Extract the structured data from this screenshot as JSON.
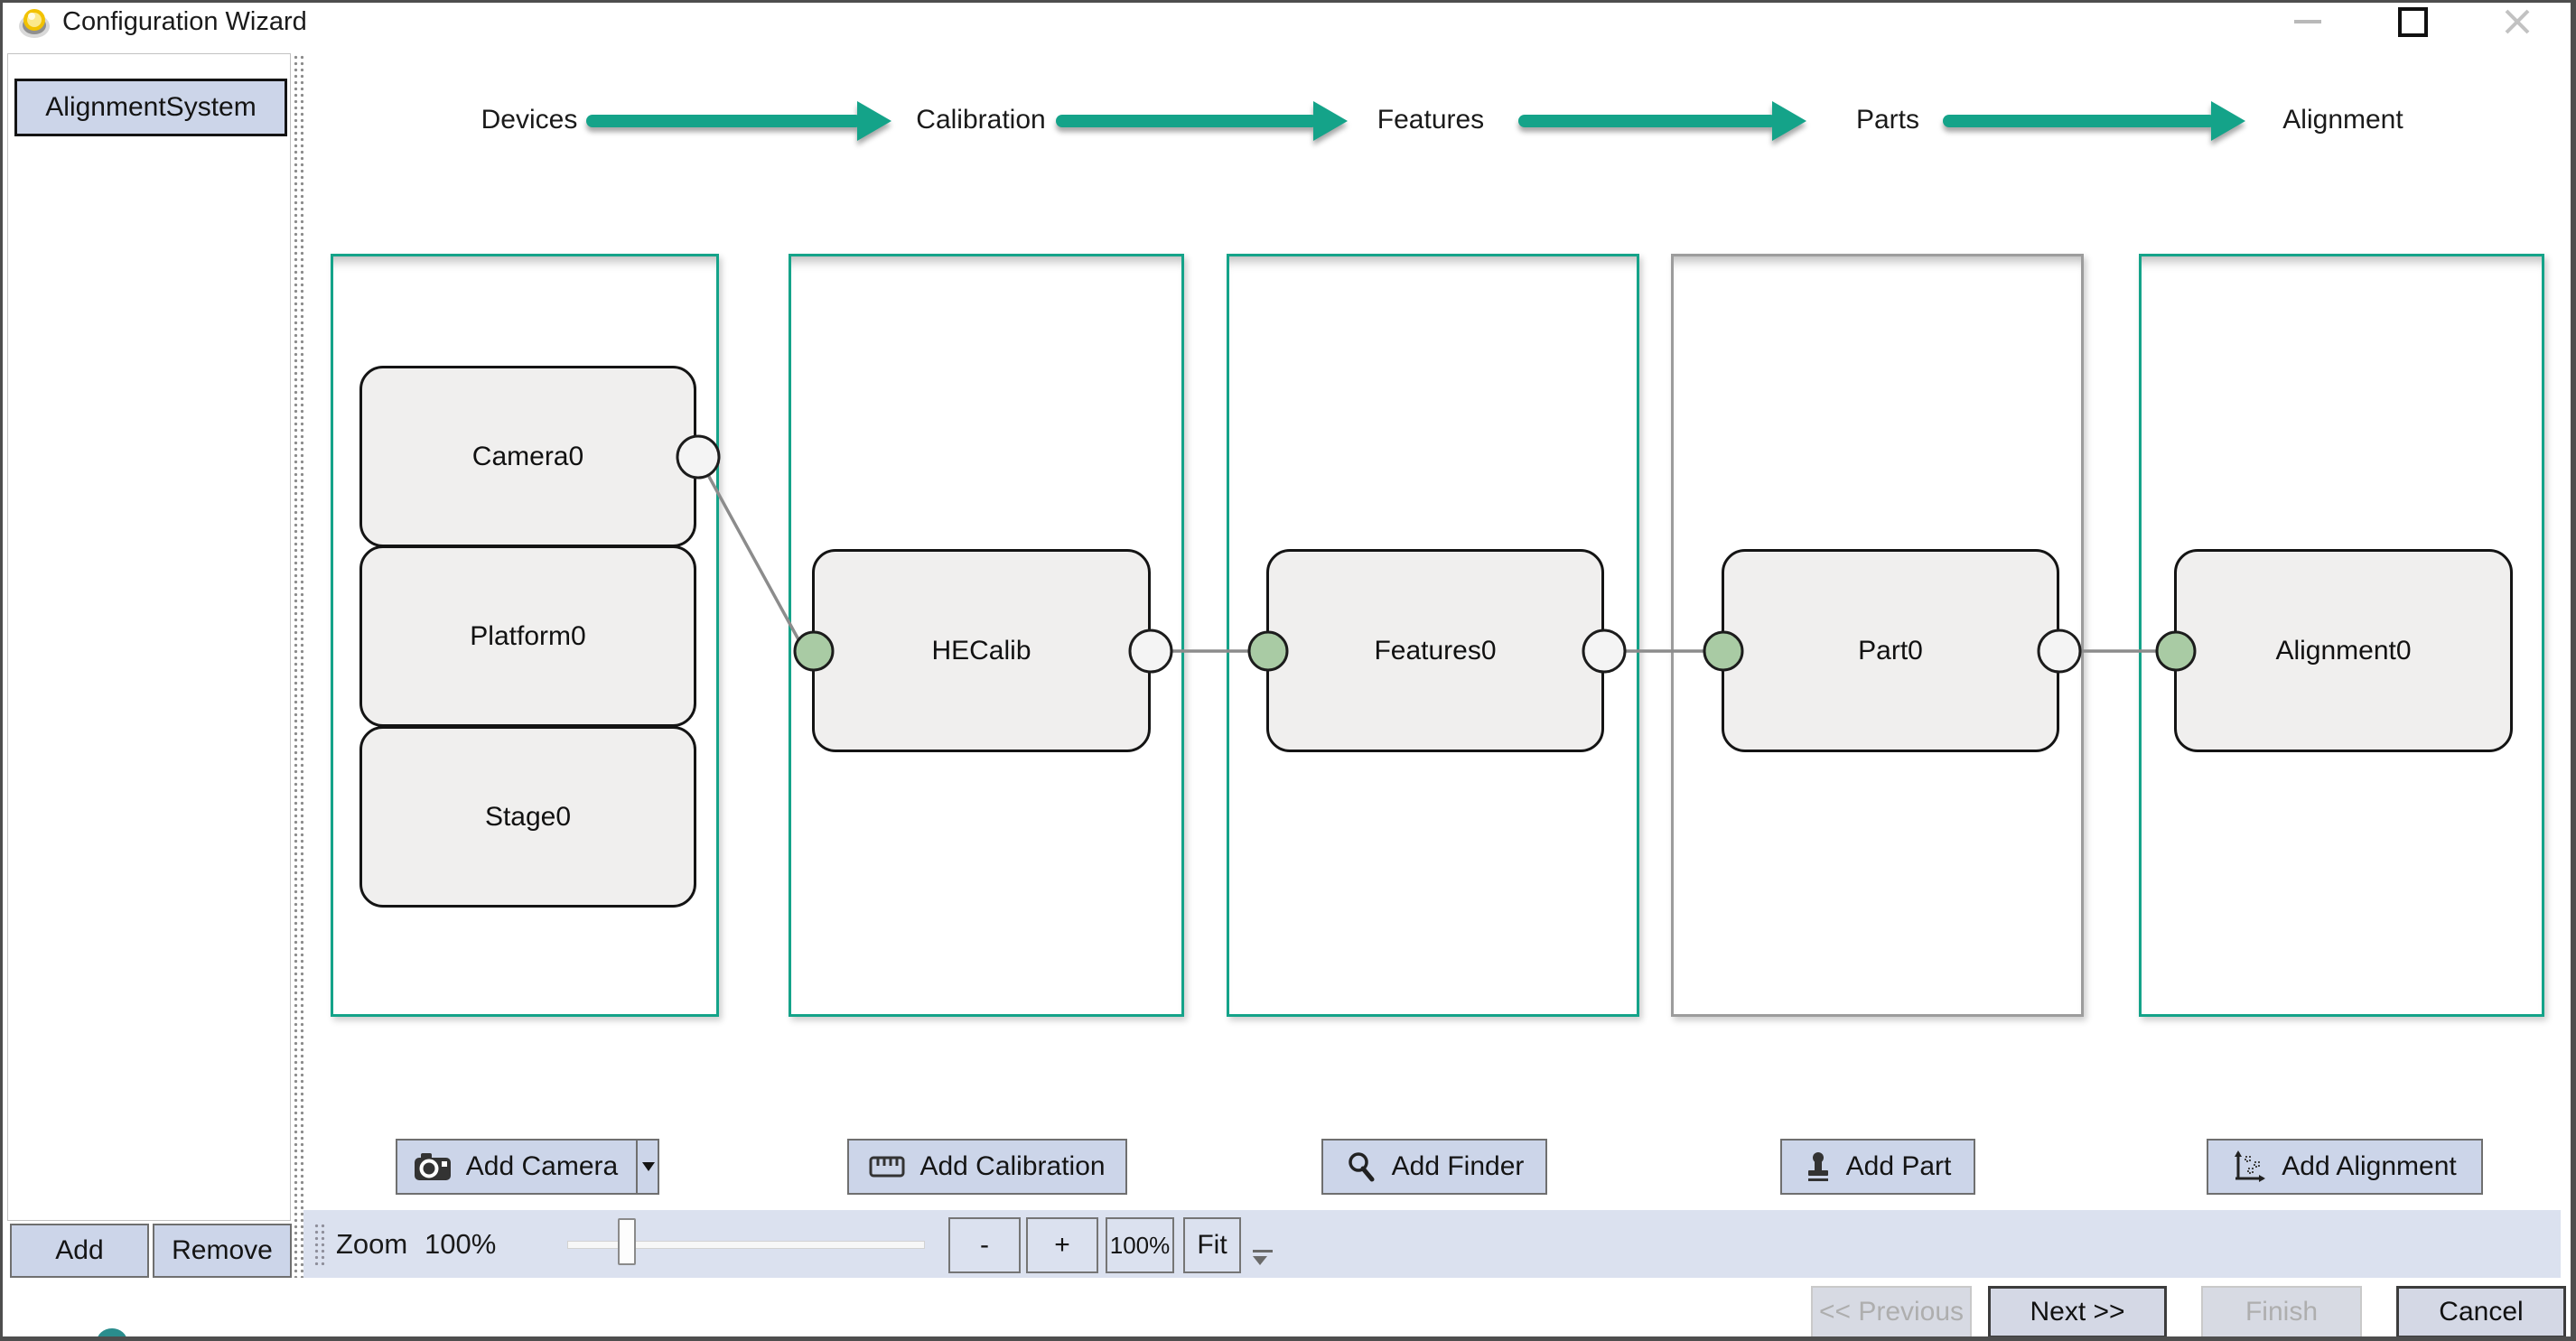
{
  "titlebar": {
    "title": "Configuration Wizard"
  },
  "window_controls": {
    "minimize": "minimize",
    "maximize": "maximize",
    "close": "close"
  },
  "sidebar": {
    "system_label": "AlignmentSystem",
    "add": "Add",
    "remove": "Remove"
  },
  "stages": [
    {
      "label": "Devices"
    },
    {
      "label": "Calibration"
    },
    {
      "label": "Features"
    },
    {
      "label": "Parts"
    },
    {
      "label": "Alignment"
    }
  ],
  "columns": [
    {
      "stage": "Devices",
      "border": "teal"
    },
    {
      "stage": "Calibration",
      "border": "teal"
    },
    {
      "stage": "Features",
      "border": "teal"
    },
    {
      "stage": "Parts",
      "border": "gray"
    },
    {
      "stage": "Alignment",
      "border": "teal"
    }
  ],
  "nodes": {
    "camera": "Camera0",
    "platform": "Platform0",
    "stage": "Stage0",
    "hecalib": "HECalib",
    "features": "Features0",
    "part": "Part0",
    "alignment": "Alignment0"
  },
  "connections": [
    {
      "from": "Camera0",
      "to": "HECalib"
    },
    {
      "from": "HECalib",
      "to": "Features0"
    },
    {
      "from": "Features0",
      "to": "Part0"
    },
    {
      "from": "Part0",
      "to": "Alignment0"
    }
  ],
  "add_buttons": {
    "camera": "Add Camera",
    "calibration": "Add Calibration",
    "finder": "Add Finder",
    "part": "Add Part",
    "alignment": "Add Alignment"
  },
  "icons": {
    "app": "app-logo-icon",
    "camera": "camera-icon",
    "calibration": "ruler-icon",
    "finder": "magnifier-icon",
    "part": "stamp-icon",
    "alignment": "axes-icon"
  },
  "zoom": {
    "label": "Zoom",
    "value": "100%",
    "minus": "-",
    "plus": "+",
    "reset": "100%",
    "fit": "Fit"
  },
  "footer": {
    "previous": "<< Previous",
    "next": "Next >>",
    "finish": "Finish",
    "cancel": "Cancel"
  },
  "colors": {
    "accent_teal": "#14a389",
    "column_gray_border": "#9c9c9c",
    "button_lavender": "#ccd5e9",
    "toolbar_background": "#dbe1ef",
    "node_fill": "#f0efee",
    "port_connected_green": "#a9cba4",
    "port_open_white": "#f4f4f4",
    "connection_gray": "#8c8c8c",
    "disabled_text": "#aeaeae"
  }
}
